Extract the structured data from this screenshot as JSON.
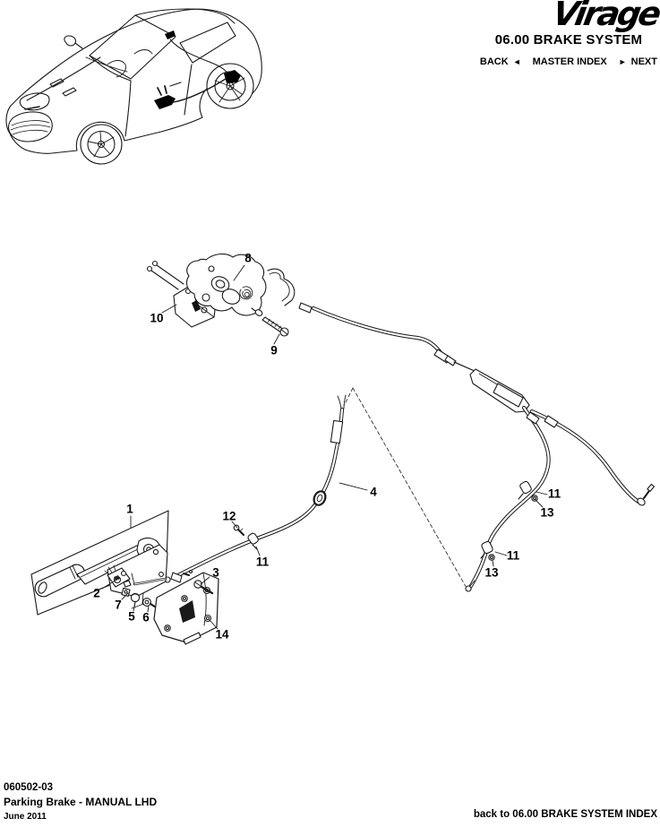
{
  "header": {
    "brand_logo": "Virage",
    "section_title": "06.00 BRAKE SYSTEM",
    "nav": {
      "back_label": "BACK",
      "back_arrow": "◄",
      "master_index_label": "MASTER INDEX",
      "next_arrow": "►",
      "next_label": "NEXT"
    }
  },
  "figure": {
    "callouts": [
      {
        "label": "8"
      },
      {
        "label": "10"
      },
      {
        "label": "9"
      },
      {
        "label": "1"
      },
      {
        "label": "2"
      },
      {
        "label": "7"
      },
      {
        "label": "5"
      },
      {
        "label": "6"
      },
      {
        "label": "3"
      },
      {
        "label": "12"
      },
      {
        "label": "11"
      },
      {
        "label": "14"
      },
      {
        "label": "4"
      },
      {
        "label": "11"
      },
      {
        "label": "13"
      },
      {
        "label": "11"
      },
      {
        "label": "13"
      }
    ]
  },
  "footer": {
    "doc_number": "060502-03",
    "title": "Parking Brake - MANUAL LHD",
    "date": "June 2011",
    "back_link": "back to 06.00 BRAKE SYSTEM INDEX"
  },
  "colors": {
    "ink": "#111111",
    "background": "#ffffff"
  }
}
